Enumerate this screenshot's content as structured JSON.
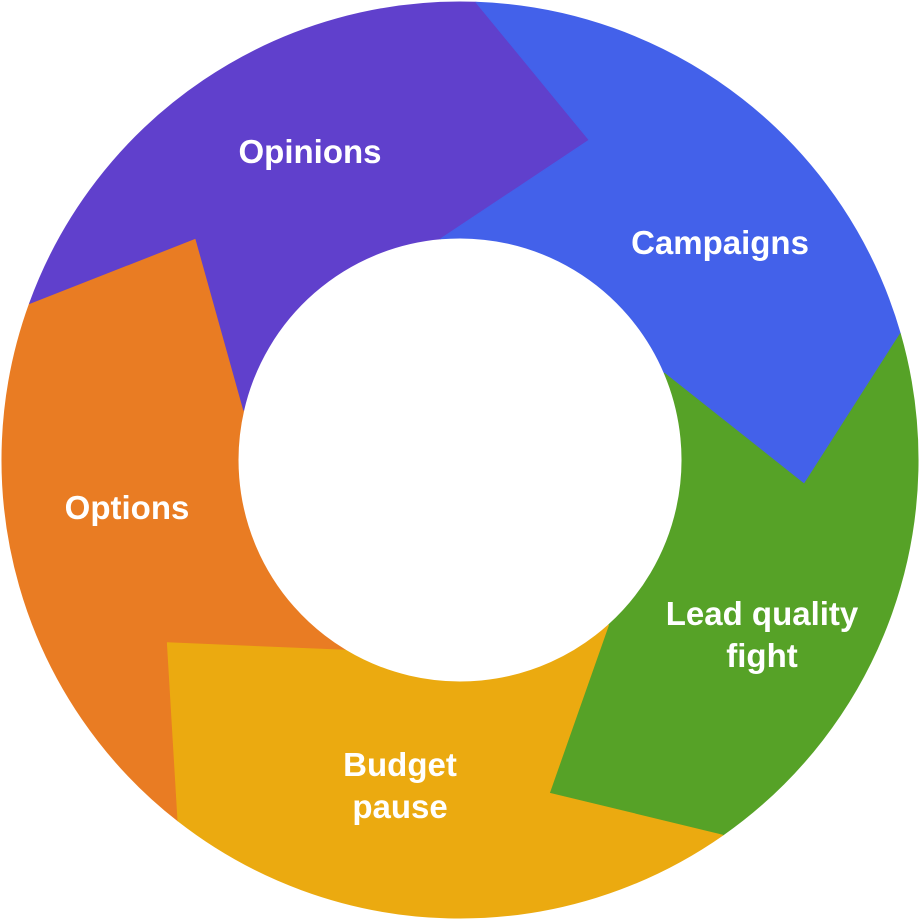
{
  "diagram": {
    "type": "cycle",
    "segments": [
      {
        "label": "Opinions",
        "color": "#6040CC"
      },
      {
        "label": "Campaigns",
        "color": "#4361EA"
      },
      {
        "label_line1": "Lead quality",
        "label_line2": "fight",
        "color": "#56A227"
      },
      {
        "label_line1": "Budget",
        "label_line2": "pause",
        "color": "#EBAA10"
      },
      {
        "label": "Options",
        "color": "#E97C23"
      }
    ]
  }
}
